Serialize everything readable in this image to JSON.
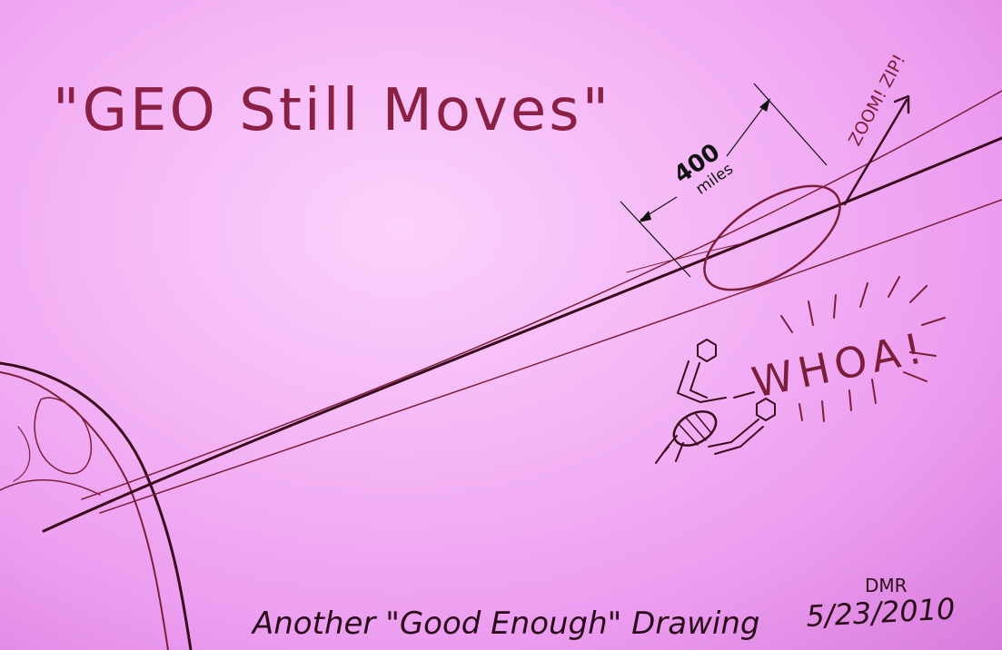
{
  "title": "\"GEO  Still Moves\"",
  "distance": {
    "value": "400",
    "unit": "miles"
  },
  "motion_text": "ZOOM! ZIP!",
  "exclamation": "WHOA!",
  "footer": "Another \"Good Enough\" Drawing",
  "signature": {
    "initials": "DMR",
    "date": "5/23/2010"
  },
  "colors": {
    "paper": "#f5b8f6",
    "ink": "#7a1e3a",
    "marker": "#111111"
  }
}
